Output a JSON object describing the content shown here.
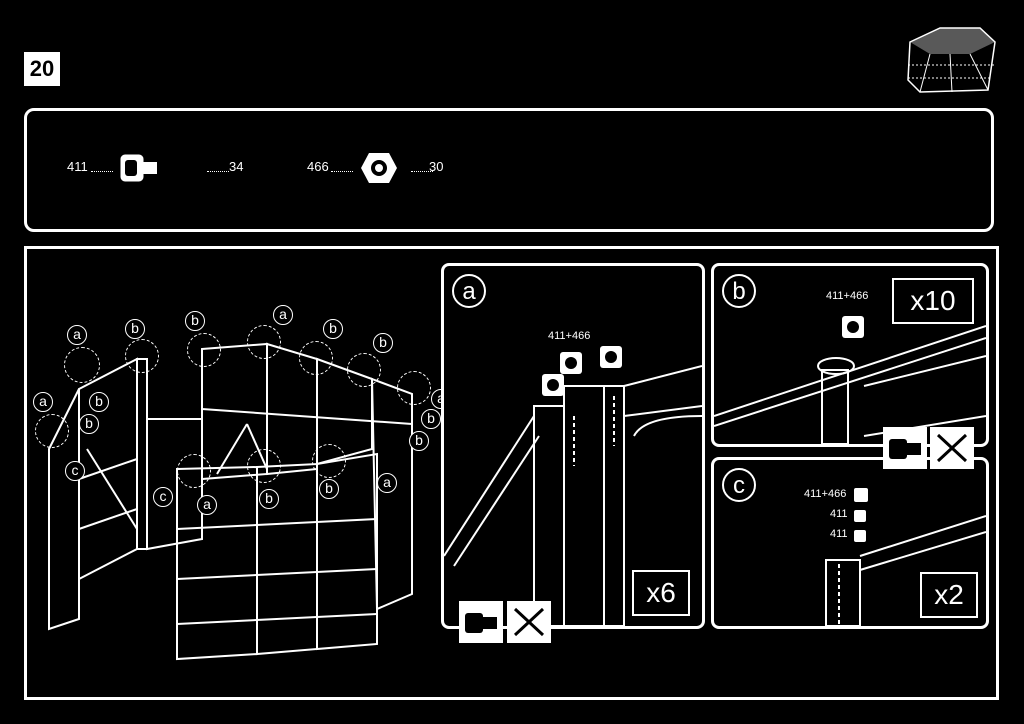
{
  "step": {
    "number": "20"
  },
  "parts": [
    {
      "code": "411",
      "qty": "34",
      "icon": "bolt-icon"
    },
    {
      "code": "466",
      "qty": "30",
      "icon": "nut-icon"
    }
  ],
  "details": {
    "a": {
      "letter": "a",
      "multiplier": "x6",
      "label": "411+466"
    },
    "b": {
      "letter": "b",
      "multiplier": "x10",
      "label": "411+466"
    },
    "c": {
      "letter": "c",
      "multiplier": "x2",
      "labels": [
        "411+466",
        "411",
        "411"
      ]
    }
  },
  "callouts": [
    "a",
    "b",
    "b",
    "a",
    "b",
    "b",
    "a",
    "b",
    "b",
    "a",
    "b",
    "b",
    "c",
    "c",
    "a",
    "b",
    "b",
    "a"
  ]
}
